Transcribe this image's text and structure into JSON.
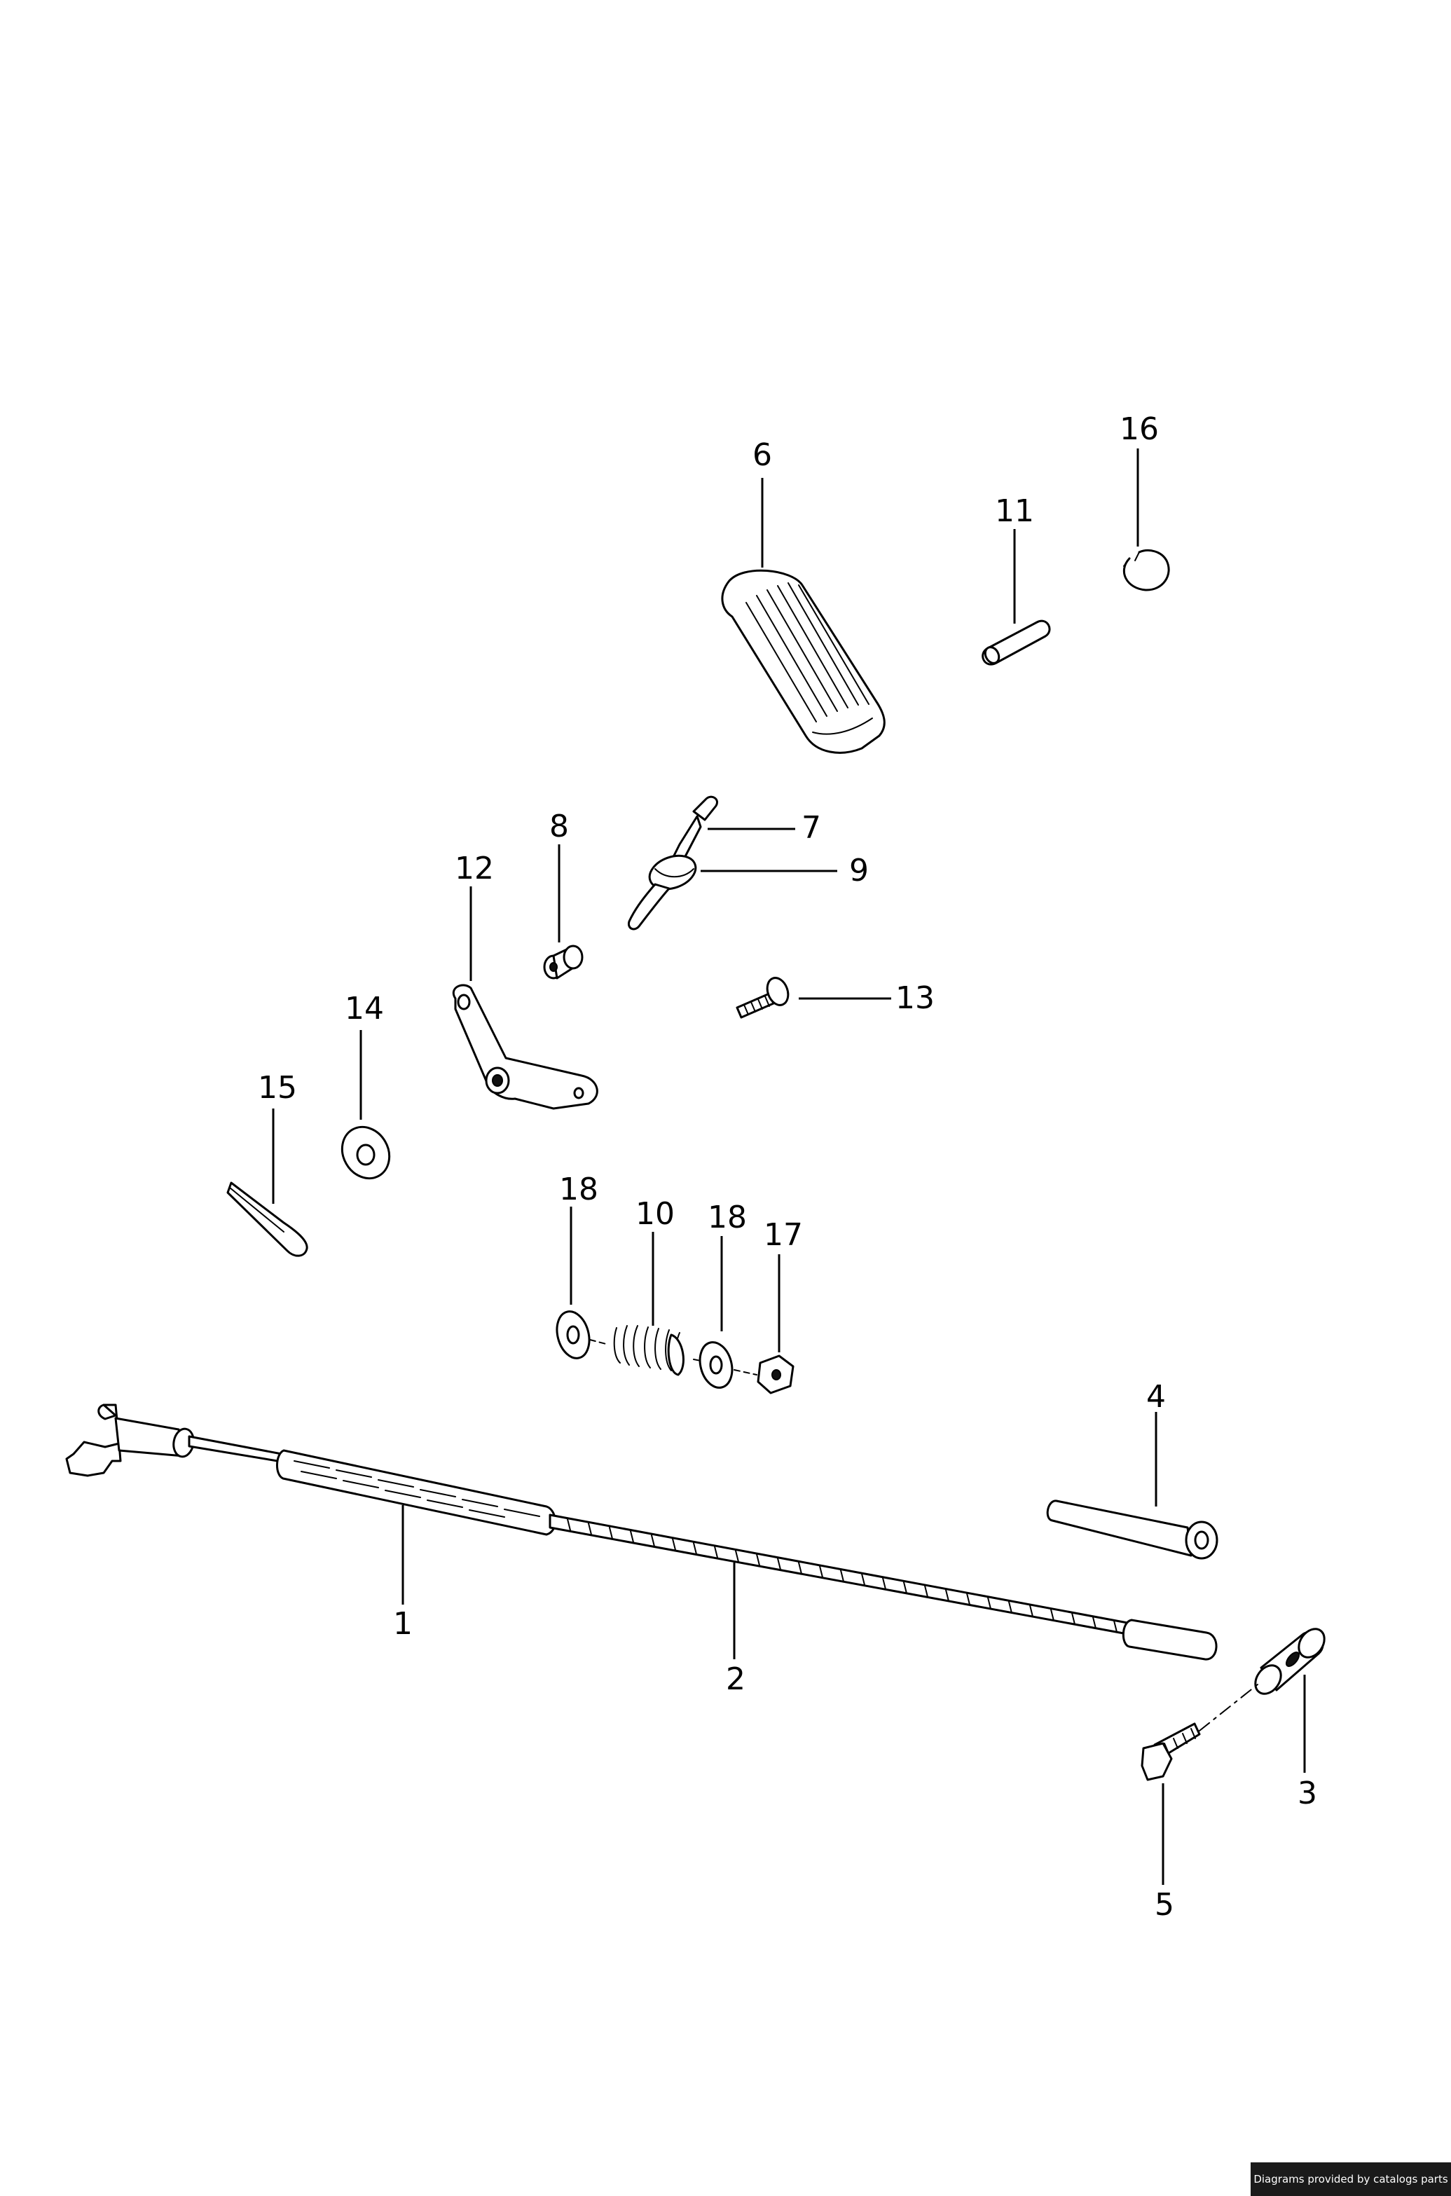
{
  "callouts": {
    "p1": "1",
    "p2": "2",
    "p3": "3",
    "p4": "4",
    "p5": "5",
    "p6": "6",
    "p7": "7",
    "p8": "8",
    "p9": "9",
    "p10": "10",
    "p11": "11",
    "p12": "12",
    "p13": "13",
    "p14": "14",
    "p15": "15",
    "p16": "16",
    "p17": "17",
    "p18a": "18",
    "p18b": "18"
  },
  "footer": {
    "credit": "Diagrams provided by catalogs parts"
  }
}
